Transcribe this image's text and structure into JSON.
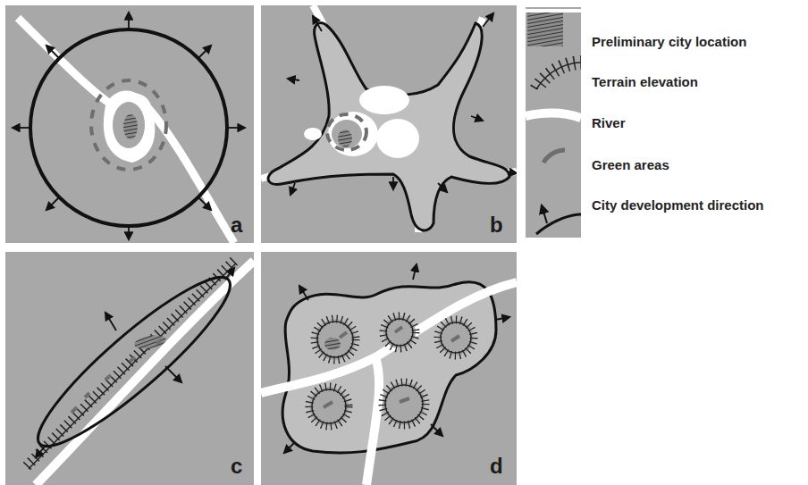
{
  "diagram": {
    "labels": [
      "a",
      "b",
      "c",
      "d"
    ],
    "legend": [
      {
        "text": "Preliminary city location"
      },
      {
        "text": "Terrain elevation"
      },
      {
        "text": "River"
      },
      {
        "text": "Green areas"
      },
      {
        "text": "City development direction"
      }
    ]
  }
}
